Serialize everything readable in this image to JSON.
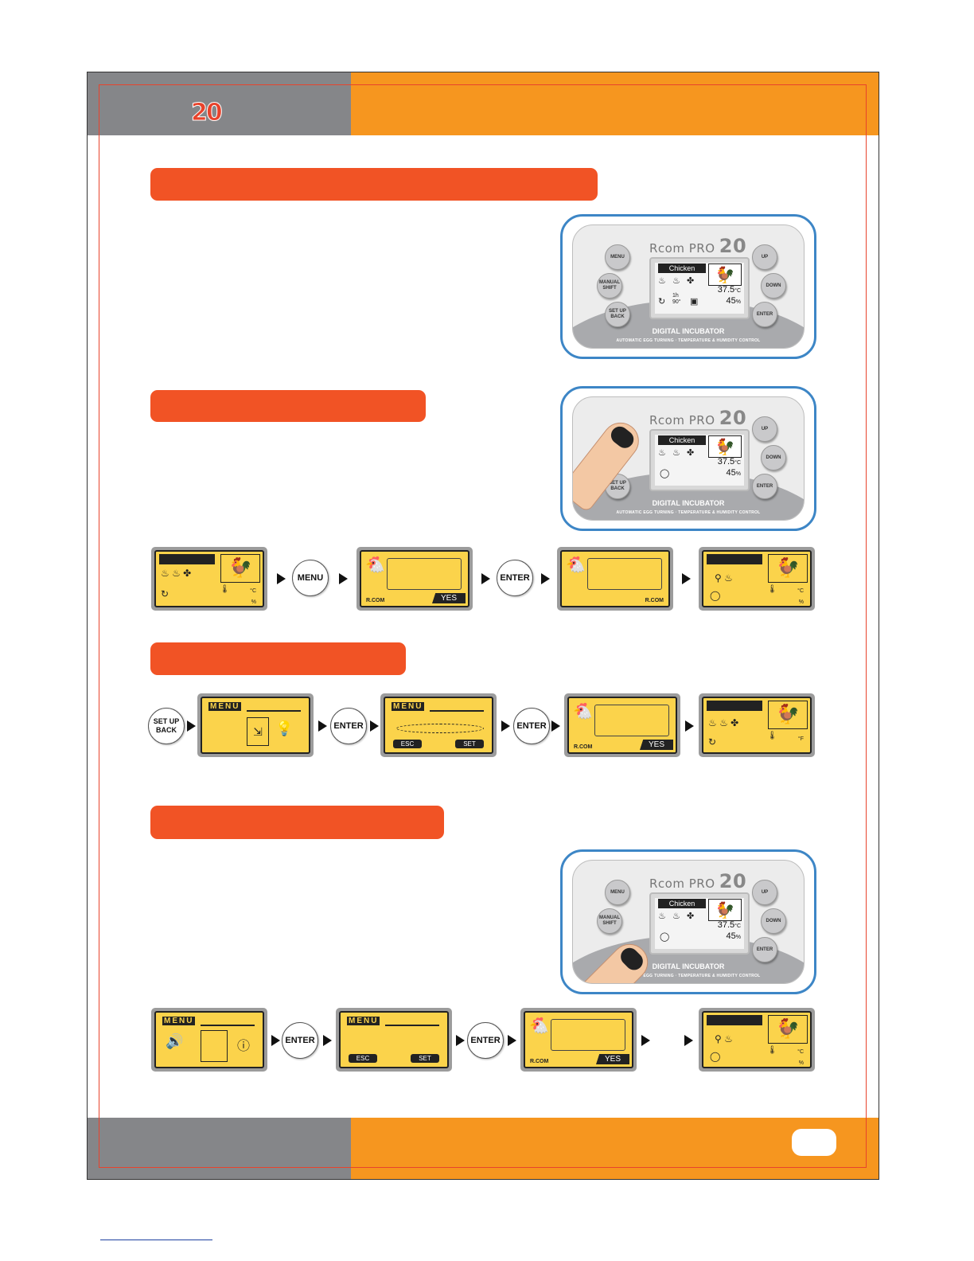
{
  "header": {
    "logo_number": "20"
  },
  "device": {
    "brand_prefix": "Rcom PRO",
    "brand_number": "20",
    "buttons": {
      "menu": "MENU",
      "manual_shift": "MANUAL SHIFT",
      "setup_back": "SET UP BACK",
      "up": "UP",
      "down": "DOWN",
      "enter": "ENTER"
    },
    "screen": {
      "species": "Chicken",
      "temperature": "37.5",
      "temp_unit": "°C",
      "humidity": "45",
      "humidity_unit": "%",
      "turn_time": "1h",
      "turn_angle": "90°"
    },
    "title": "DIGITAL INCUBATOR",
    "subtitle": "AUTOMATIC EGG TURNING · TEMPERATURE & HUMIDITY CONTROL"
  },
  "flow": {
    "menu_label": "MENU",
    "enter_label": "ENTER",
    "setup_back_label": "SET UP BACK",
    "yes_label": "YES",
    "esc_label": "ESC",
    "set_label": "SET",
    "rcom_label": "R.COM",
    "menu_logo": "MENU",
    "unit_c": "°C",
    "unit_f": "°F",
    "unit_pct": "%"
  }
}
